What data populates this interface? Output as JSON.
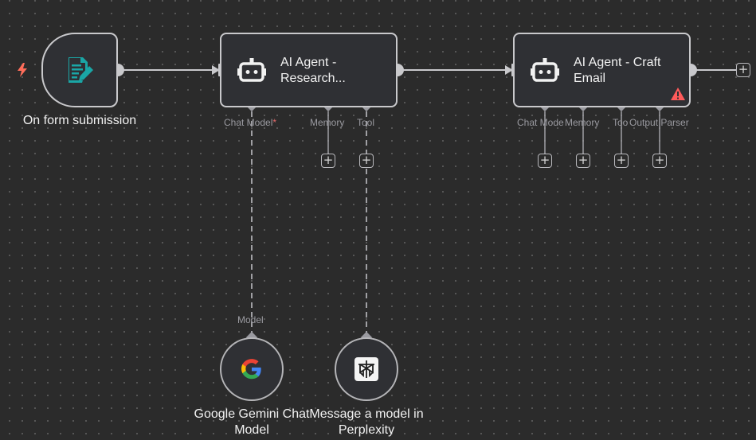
{
  "trigger": {
    "label": "On form submission",
    "icon": "form-edit-icon",
    "accent": "#1aa6a6"
  },
  "agent_research": {
    "title": "AI Agent - Research...",
    "icon": "robot-icon",
    "handles": {
      "chat_model": "Chat Model",
      "chat_model_required": "*",
      "memory": "Memory",
      "tool": "Tool"
    }
  },
  "agent_email": {
    "title": "AI Agent - Craft Email",
    "icon": "robot-icon",
    "warning_color": "#ff5a5a",
    "handles": {
      "chat_model": "Chat Mode",
      "memory": "Memory",
      "tool": "Too",
      "output_parser": "Output Parser"
    }
  },
  "gemini": {
    "label": "Google Gemini Chat Model",
    "handle": "Model",
    "icon": "google-g-icon"
  },
  "perplexity": {
    "label": "Message a model in Perplexity",
    "icon": "perplexity-icon"
  },
  "colors": {
    "canvas": "#2b2b2b",
    "node_fill": "#2f3034",
    "node_border": "#c9c9cc",
    "connection": "#c9c9cc",
    "trigger_bolt": "#ff6d5a"
  }
}
